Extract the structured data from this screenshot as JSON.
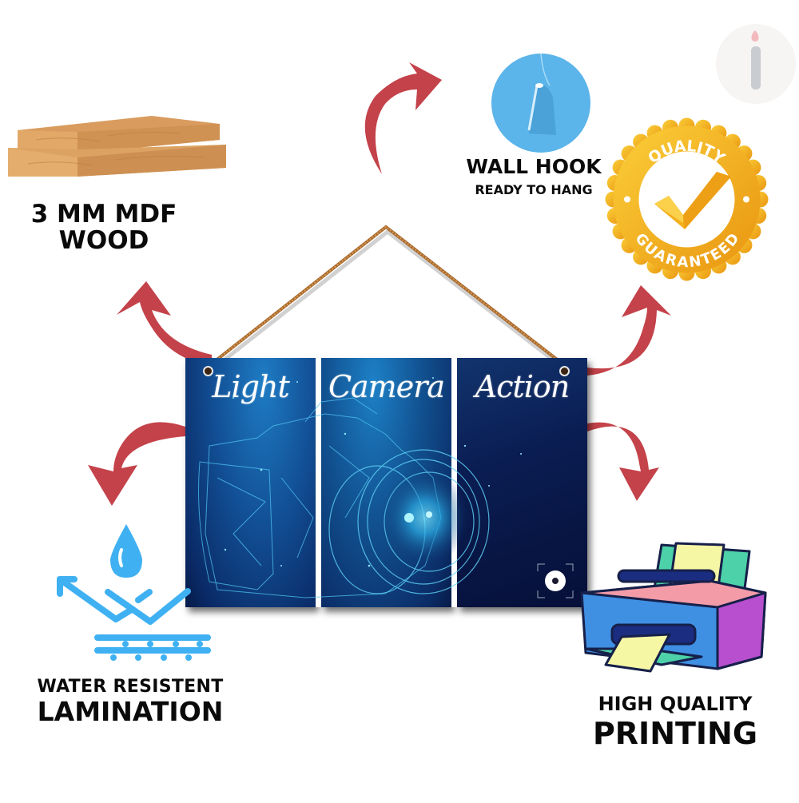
{
  "features": {
    "wood": {
      "line1": "3 MM MDF",
      "line2": "WOOD",
      "icon": "wood-planks-icon"
    },
    "hook": {
      "title": "WALL HOOK",
      "subtitle": "READY TO HANG",
      "icon": "wall-hook-icon"
    },
    "badge": {
      "top_text": "QUALITY",
      "bottom_text": "GUARANTEED",
      "icon": "checkmark-icon"
    },
    "water": {
      "line1": "WATER RESISTENT",
      "line2": "LAMINATION",
      "icon": "water-drop-icon"
    },
    "printing": {
      "line1": "HIGH QUALITY",
      "line2": "PRINTING",
      "icon": "printer-icon"
    }
  },
  "product": {
    "panels": [
      {
        "text": "Light"
      },
      {
        "text": "Camera"
      },
      {
        "text": "Action"
      }
    ]
  },
  "colors": {
    "arrow": "#c4424a",
    "badge_gold": "#f6b826",
    "badge_gold_dark": "#e39b13",
    "hook_blue": "#5bb4ea",
    "water_blue": "#3fb1f2",
    "text": "#0a0a0a"
  },
  "watermark": {
    "icon": "info-logo-icon"
  }
}
